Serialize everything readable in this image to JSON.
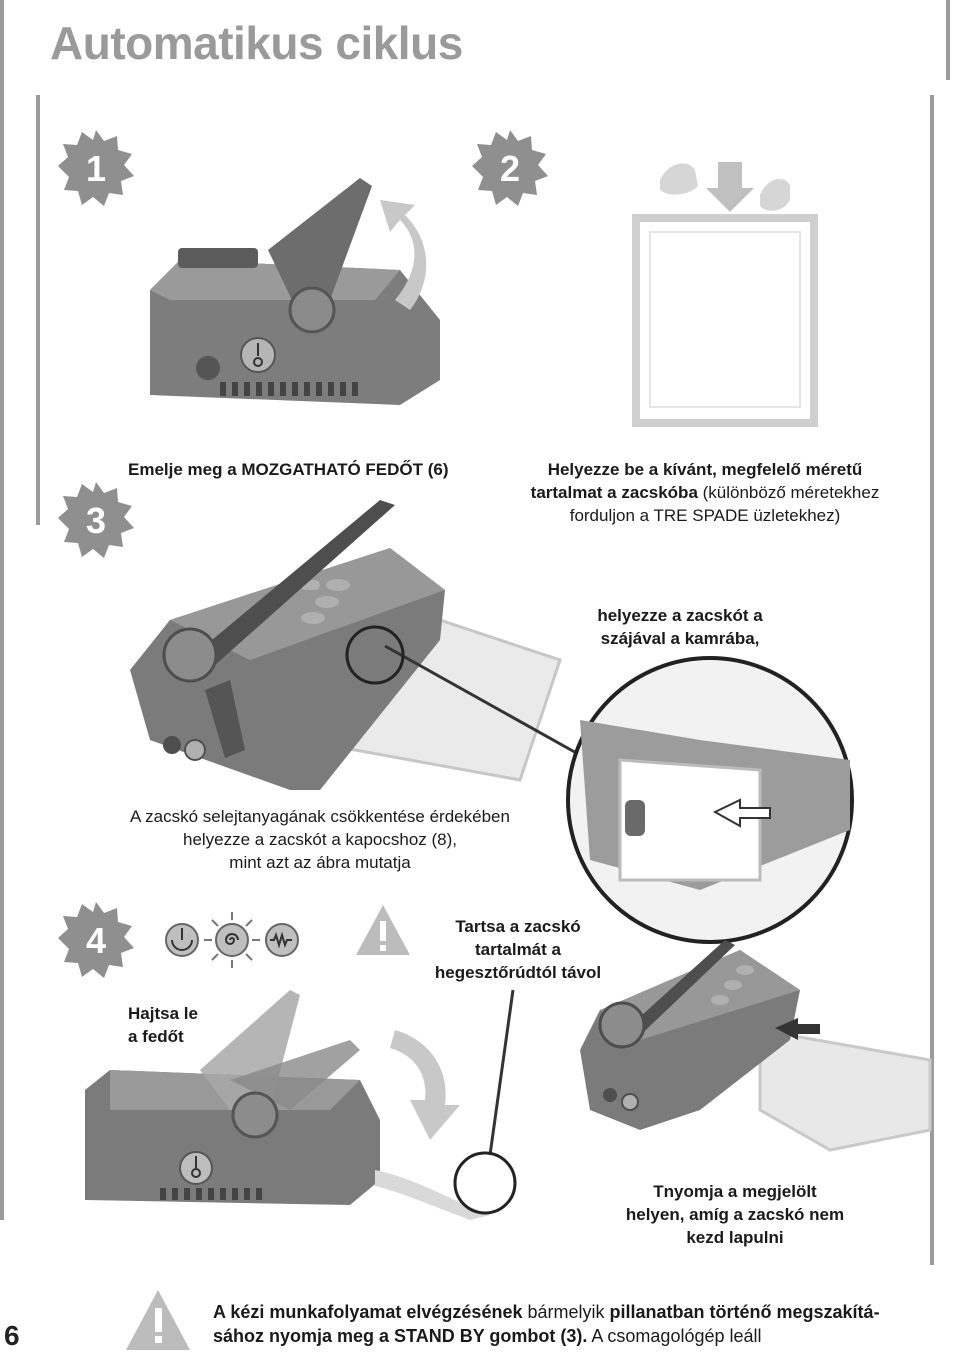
{
  "page": {
    "title": "Automatikus ciklus",
    "page_number": "6"
  },
  "steps": {
    "s1": "1",
    "s2": "2",
    "s3": "3",
    "s4": "4"
  },
  "captions": {
    "step1": "Emelje meg a MOZGATHATÓ FEDŐT (6)",
    "step2_line1": "Helyezze be a kívánt, megfelelő méretű",
    "step2_line2_bold": "tartalmat a zacskóba",
    "step2_line2_rest": " (különböző méretekhez",
    "step2_line3": "forduljon a TRE SPADE üzletekhez)",
    "step3_a1": "helyezze a zacskót a",
    "step3_a2": "szájával a kamrába,",
    "step3_b1": "A zacskó selejtanyagának csökkentése érdekében",
    "step3_b2": "helyezze a zacskót a kapocshoz (8),",
    "step3_b3": "mint azt az ábra mutatja",
    "step4_warn1": "Tartsa a zacskó",
    "step4_warn2": "tartalmát a",
    "step4_warn3": "hegesztőrúdtól távol",
    "step4_fold1": "Hajtsa le",
    "step4_fold2": "a fedőt",
    "step4_press1": "Tnyomja a megjelölt",
    "step4_press2": "helyen, amíg a zacskó nem",
    "step4_press3": "kezd lapulni"
  },
  "footer": {
    "l1_bold1": "A kézi munkafolyamat elvégzésének",
    "l1_normal": " bármelyik ",
    "l1_bold2": "pillanatban történő megszakítá-",
    "l2_bold": "sához nyomja meg a STAND BY gombot (3).",
    "l2_normal": " A csomagológép leáll"
  },
  "colors": {
    "badge": "#8f8f8f",
    "machine_body": "#7b7b7b",
    "machine_dark": "#4a4a4a",
    "arrow": "#c8c8c8",
    "rule": "#9c9c9c"
  },
  "icons": {
    "power": "power-icon",
    "vacuum": "spiral-icon",
    "seal": "seal-wave-icon",
    "warning": "warning-triangle-icon"
  }
}
